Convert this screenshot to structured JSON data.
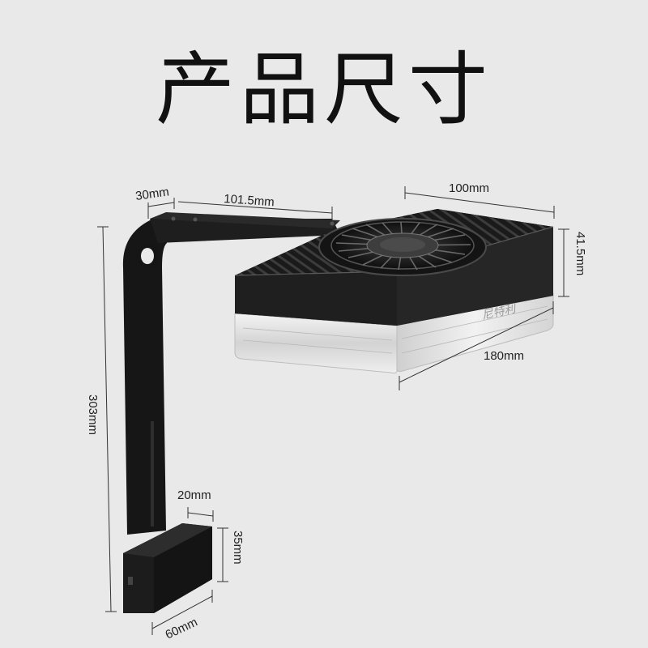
{
  "title": "产品尺寸",
  "brand": "尼特利",
  "dimensions": {
    "bracket_offset": "30mm",
    "arm_length": "101.5mm",
    "lamp_width": "100mm",
    "lamp_height": "41.5mm",
    "lamp_length": "180mm",
    "total_height": "303mm",
    "clamp_width": "20mm",
    "clamp_height": "35mm",
    "clamp_depth": "60mm"
  },
  "colors": {
    "background": "#e9e9e9",
    "body": "#1b1b1b",
    "acrylic": "#d8d8d8"
  }
}
